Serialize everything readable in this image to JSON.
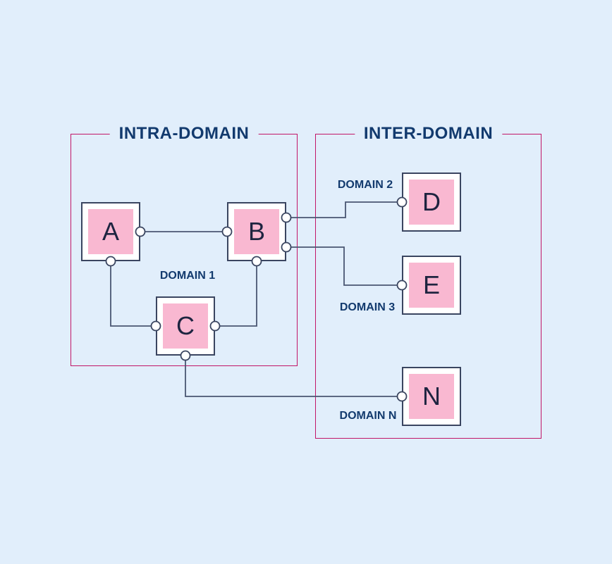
{
  "colors": {
    "bg": "#E1EEFB",
    "accent": "#C11568",
    "navy": "#123A6E",
    "ink": "#3A4560",
    "line": "#4A5672",
    "letter": "#1E2440",
    "pink": "#F9B8D1",
    "nodebg": "#FFFFFF"
  },
  "groups": {
    "intra": {
      "title": "INTRA-DOMAIN"
    },
    "inter": {
      "title": "INTER-DOMAIN"
    }
  },
  "labels": {
    "domain1": "DOMAIN 1",
    "domain2": "DOMAIN 2",
    "domain3": "DOMAIN 3",
    "domain_n": "DOMAIN N"
  },
  "nodes": {
    "a": {
      "letter": "A"
    },
    "b": {
      "letter": "B"
    },
    "c": {
      "letter": "C"
    },
    "d": {
      "letter": "D"
    },
    "e": {
      "letter": "E"
    },
    "n": {
      "letter": "N"
    }
  },
  "edges": [
    {
      "from": "A",
      "to": "B"
    },
    {
      "from": "A",
      "to": "C"
    },
    {
      "from": "B",
      "to": "C"
    },
    {
      "from": "B",
      "to": "D"
    },
    {
      "from": "B",
      "to": "E"
    },
    {
      "from": "C",
      "to": "N"
    }
  ]
}
